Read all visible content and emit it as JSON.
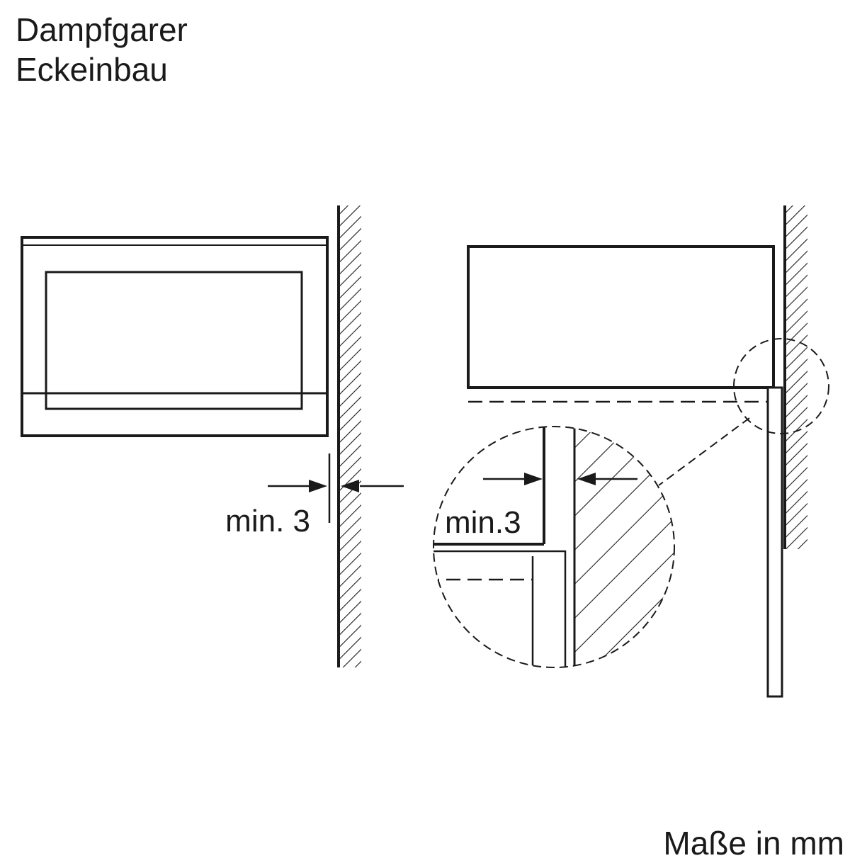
{
  "title": {
    "line1": "Dampfgarer",
    "line2": "Eckeinbau"
  },
  "front_view": {
    "gap_label": "min. 3"
  },
  "side_view": {
    "detail_gap_label": "min.3"
  },
  "units_note": "Maße in mm",
  "colors": {
    "line": "#1a1a1a",
    "hatch": "#1a1a1a",
    "background": "#ffffff"
  }
}
